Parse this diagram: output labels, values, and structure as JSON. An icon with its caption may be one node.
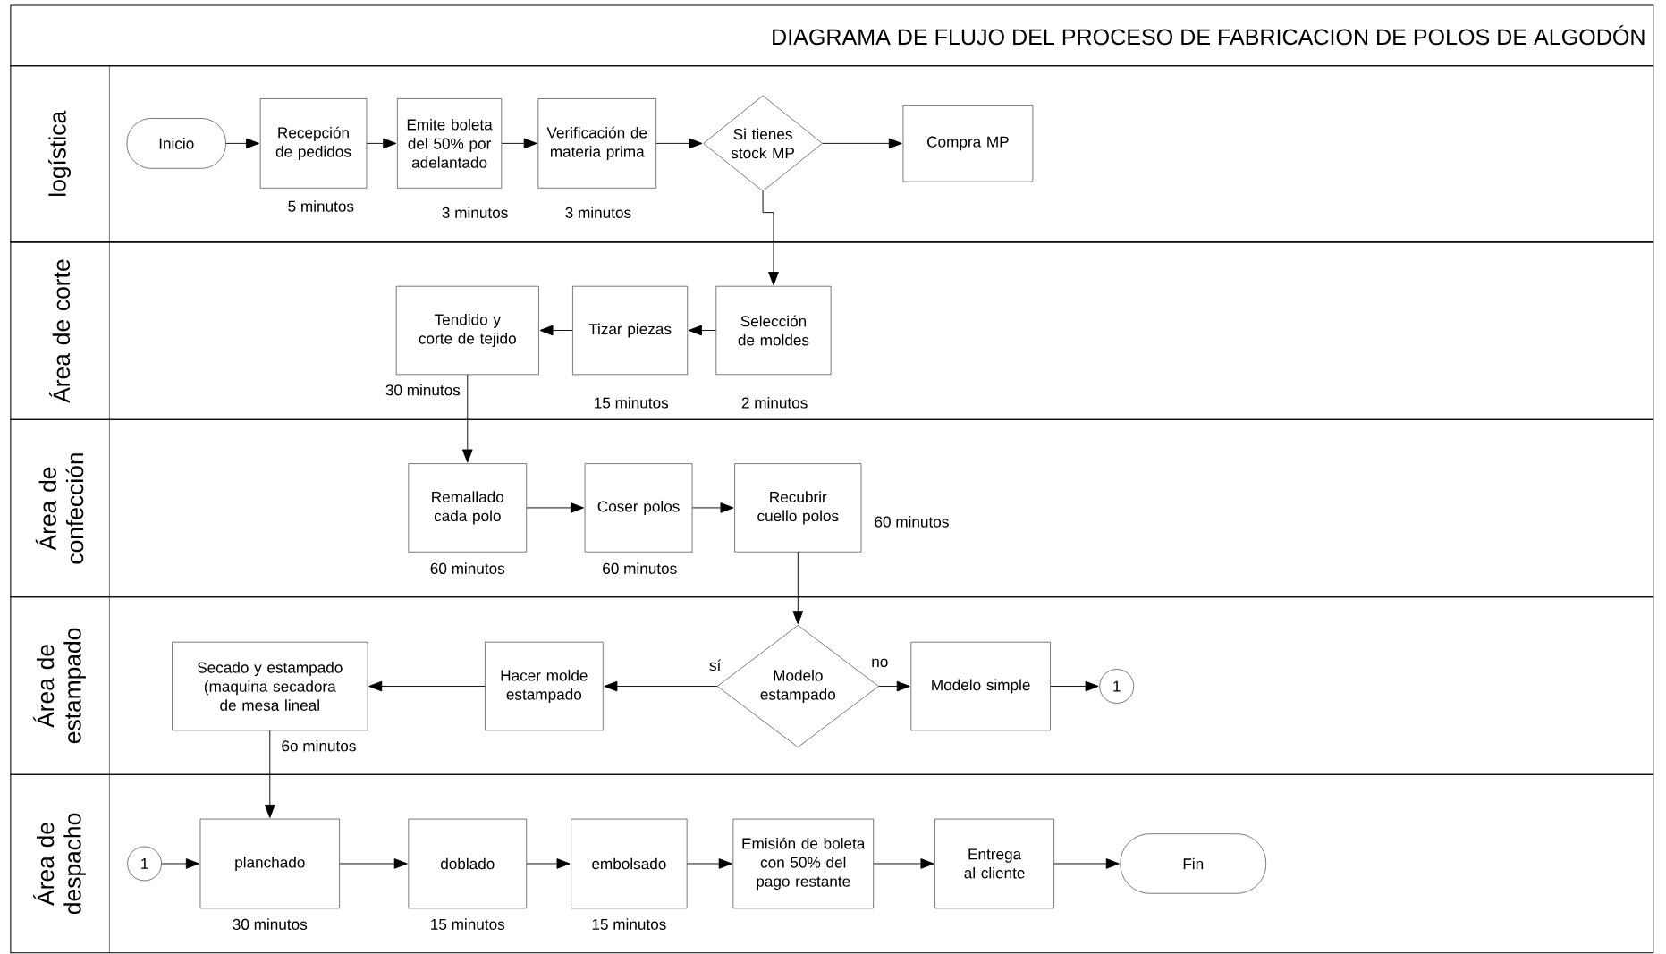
{
  "diagram": {
    "title": "DIAGRAMA DE FLUJO DEL PROCESO DE FABRICACION DE POLOS DE ALGODÓN",
    "nodes": [
      {
        "text": [
          "logística"
        ]
      },
      {
        "text": [
          "Área de corte"
        ]
      },
      {
        "text": [
          "Área de confección"
        ]
      },
      {
        "text": [
          "Área de estampado"
        ]
      },
      {
        "text": [
          "Área de despacho"
        ]
      },
      {
        "text": [
          "Inicio"
        ],
        "in": 0
      },
      {
        "text": [
          "Recepción de pedidos"
        ],
        "in": 0,
        "beside": [
          "5 minutos"
        ]
      },
      {
        "text": [
          "Emite boleta del 50% por adelantado"
        ],
        "in": 0,
        "beside": [
          "3 minutos"
        ]
      },
      {
        "text": [
          "Verificación de materia prima"
        ],
        "in": 0,
        "beside": [
          "3 minutos"
        ]
      },
      {
        "text": [
          "Si tienes stock MP"
        ],
        "in": 0
      },
      {
        "text": [
          "Compra MP"
        ],
        "in": 0
      },
      {
        "text": [
          "Selección de moldes"
        ],
        "in": 1,
        "beside": [
          "2 minutos"
        ]
      },
      {
        "text": [
          "Tizar piezas"
        ],
        "in": 1,
        "beside": [
          "15 minutos"
        ]
      },
      {
        "text": [
          "Tendido y corte de tejido"
        ],
        "in": 1,
        "beside": [
          "30 minutos"
        ]
      },
      {
        "text": [
          "Remallado cada polo"
        ],
        "in": 2,
        "beside": [
          "60 minutos"
        ]
      },
      {
        "text": [
          "Coser polos"
        ],
        "in": 2,
        "beside": [
          "60 minutos"
        ]
      },
      {
        "text": [
          "Recubrir cuello polos"
        ],
        "in": 2,
        "beside": [
          "60 minutos"
        ]
      },
      {
        "text": [
          "Modelo estampado"
        ],
        "in": 3
      },
      {
        "text": [
          "Hacer molde estampado"
        ],
        "in": 3
      },
      {
        "text": [
          "Secado y estampado (maquina secadora de mesa lineal"
        ],
        "in": 3,
        "beside": [
          "6o minutos"
        ]
      },
      {
        "text": [
          "Modelo simple"
        ],
        "in": 3
      },
      {
        "text": [
          "1"
        ],
        "in": 3
      },
      {
        "text": [
          "1"
        ],
        "in": 4
      },
      {
        "text": [
          "planchado"
        ],
        "in": 4,
        "beside": [
          "30 minutos"
        ]
      },
      {
        "text": [
          "doblado"
        ],
        "in": 4,
        "beside": [
          "15 minutos"
        ]
      },
      {
        "text": [
          "embolsado"
        ],
        "in": 4,
        "beside": [
          "15 minutos"
        ]
      },
      {
        "text": [
          "Emisión de boleta con 50% del pago restante"
        ],
        "in": 4
      },
      {
        "text": [
          "Entrega al cliente"
        ],
        "in": 4
      },
      {
        "text": [
          "Fin"
        ],
        "in": 4
      }
    ],
    "edges": [
      {
        "from": 5,
        "to": 6,
        "arrow": "to"
      },
      {
        "from": 6,
        "to": 7,
        "arrow": "to"
      },
      {
        "from": 7,
        "to": 8,
        "arrow": "to"
      },
      {
        "from": 8,
        "to": 9,
        "arrow": "to"
      },
      {
        "from": 9,
        "to": 10,
        "arrow": "to"
      },
      {
        "from": 9,
        "to": 11,
        "arrow": "to"
      },
      {
        "from": 11,
        "to": 12,
        "arrow": "to"
      },
      {
        "from": 12,
        "to": 13,
        "arrow": "to"
      },
      {
        "from": 13,
        "to": 14,
        "arrow": "to"
      },
      {
        "from": 14,
        "to": 15,
        "arrow": "to"
      },
      {
        "from": 15,
        "to": 16,
        "arrow": "to"
      },
      {
        "from": 16,
        "to": 17,
        "arrow": "to"
      },
      {
        "from": 17,
        "to": 18,
        "arrow": "to",
        "label": "sí"
      },
      {
        "from": 18,
        "to": 19,
        "arrow": "to"
      },
      {
        "from": 17,
        "to": 20,
        "arrow": "to",
        "label": "no"
      },
      {
        "from": 20,
        "to": 21,
        "arrow": "to"
      },
      {
        "from": 19,
        "to": 23,
        "arrow": "to"
      },
      {
        "from": 22,
        "to": 23,
        "arrow": "to"
      },
      {
        "from": 23,
        "to": 24,
        "arrow": "to"
      },
      {
        "from": 24,
        "to": 25,
        "arrow": "to"
      },
      {
        "from": 25,
        "to": 26,
        "arrow": "to"
      },
      {
        "from": 26,
        "to": 27,
        "arrow": "to"
      },
      {
        "from": 27,
        "to": 28,
        "arrow": "to"
      }
    ]
  }
}
